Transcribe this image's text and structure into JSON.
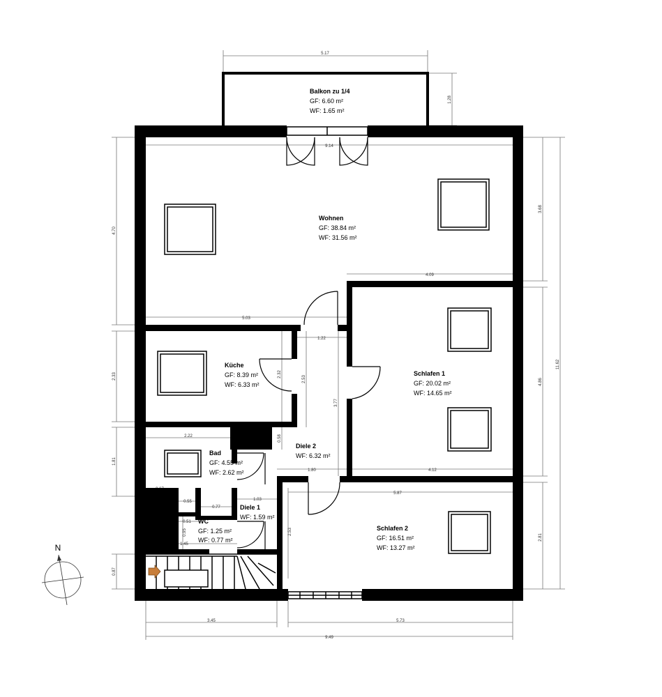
{
  "rooms": {
    "balkon": {
      "name": "Balkon zu 1/4",
      "gf": "GF: 6.60 m²",
      "wf": "WF: 1.65 m²"
    },
    "wohnen": {
      "name": "Wohnen",
      "gf": "GF: 38.84 m²",
      "wf": "WF: 31.56 m²"
    },
    "kueche": {
      "name": "Küche",
      "gf": "GF: 8.39 m²",
      "wf": "WF: 6.33 m²"
    },
    "schlafen1": {
      "name": "Schlafen 1",
      "gf": "GF: 20.02 m²",
      "wf": "WF: 14.65 m²"
    },
    "diele2": {
      "name": "Diele 2",
      "wf": "WF: 6.32 m²"
    },
    "bad": {
      "name": "Bad",
      "gf": "GF: 4.55 m²",
      "wf": "WF: 2.62 m²"
    },
    "diele1": {
      "name": "Diele 1",
      "wf": "WF: 1.59 m²"
    },
    "wc": {
      "name": "WC",
      "gf": "GF: 1.25 m²",
      "wf": "WF: 0.77 m²"
    },
    "schlafen2": {
      "name": "Schlafen 2",
      "gf": "GF: 16.51 m²",
      "wf": "WF: 13.27 m²"
    }
  },
  "dimensions": {
    "balkon_width": "5.17",
    "balkon_depth": "1.28",
    "wohnen_inner": "9.14",
    "left_wohnen": "4.70",
    "right_wohnen": "3.68",
    "right_total": "11.62",
    "wohnen_lower": "4.09",
    "wohnen_width": "5.03",
    "kueche_height": "2.33",
    "diele_width": "1.22",
    "kueche_inner": "2.32",
    "diele_height": "2.53",
    "schlafen1_height": "4.86",
    "diele_long": "3.77",
    "bad_width": "2.22",
    "bad_small": "0.58",
    "bad_height": "1.81",
    "diele_bottom": "1.80",
    "schlafen1_width": "4.12",
    "seg_067": "0.67",
    "seg_055": "0.55",
    "seg_077": "0.77",
    "seg_103": "1.03",
    "schlafen2_width": "5.87",
    "seg_051": "0.51",
    "seg_095": "0.95",
    "seg_145": "1.45",
    "schlafen2_inner": "2.53",
    "schlafen2_height": "2.81",
    "stair_height": "0.87",
    "bottom_left": "3.45",
    "bottom_right": "5.73",
    "bottom_total": "9.49"
  },
  "compass": {
    "north": "N"
  }
}
